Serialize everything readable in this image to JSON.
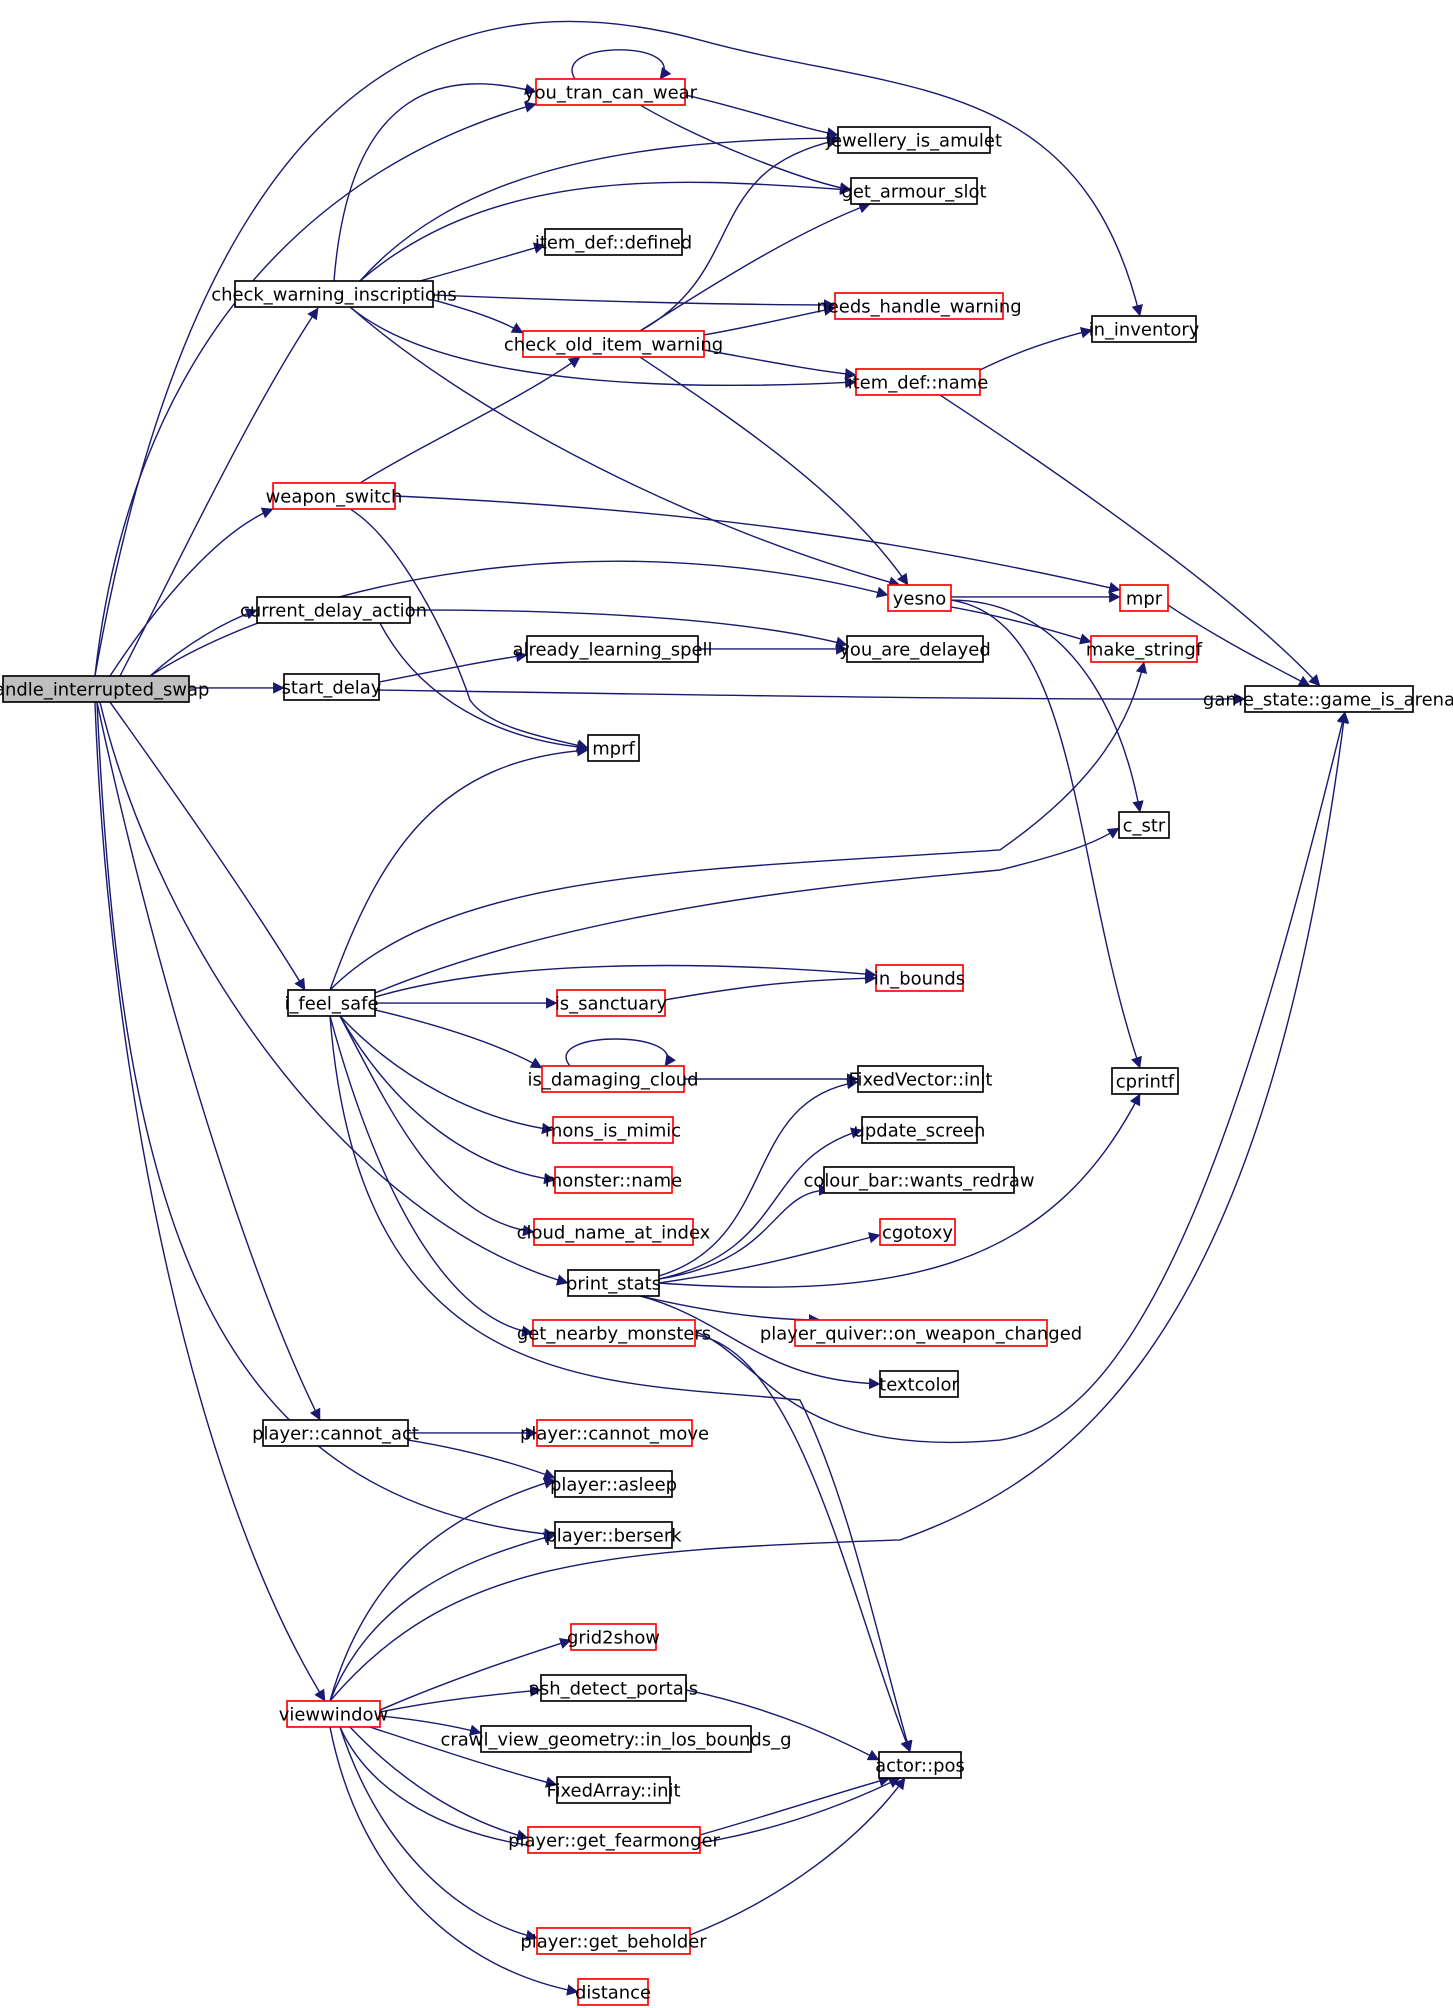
{
  "graph": {
    "edge_color": "#191970",
    "node_border_default": "#000000",
    "node_border_truncated": "#ff0000",
    "root_fill": "#bfbfbf"
  },
  "nodes": [
    {
      "id": "handle_interrupted_swap",
      "label": "handle_interrupted_swap",
      "style": "root"
    },
    {
      "id": "check_warning_inscriptions",
      "label": "check_warning_inscriptions",
      "style": "black"
    },
    {
      "id": "you_tran_can_wear",
      "label": "you_tran_can_wear",
      "style": "red"
    },
    {
      "id": "jewellery_is_amulet",
      "label": "jewellery_is_amulet",
      "style": "black"
    },
    {
      "id": "get_armour_slot",
      "label": "get_armour_slot",
      "style": "black"
    },
    {
      "id": "item_def_defined",
      "label": "item_def::defined",
      "style": "black"
    },
    {
      "id": "needs_handle_warning",
      "label": "needs_handle_warning",
      "style": "red"
    },
    {
      "id": "check_old_item_warning",
      "label": "check_old_item_warning",
      "style": "red"
    },
    {
      "id": "in_inventory",
      "label": "in_inventory",
      "style": "black"
    },
    {
      "id": "item_def_name",
      "label": "item_def::name",
      "style": "red"
    },
    {
      "id": "weapon_switch",
      "label": "weapon_switch",
      "style": "red"
    },
    {
      "id": "yesno",
      "label": "yesno",
      "style": "red"
    },
    {
      "id": "mpr",
      "label": "mpr",
      "style": "red"
    },
    {
      "id": "current_delay_action",
      "label": "current_delay_action",
      "style": "black"
    },
    {
      "id": "make_stringf",
      "label": "make_stringf",
      "style": "red"
    },
    {
      "id": "already_learning_spell",
      "label": "already_learning_spell",
      "style": "black"
    },
    {
      "id": "you_are_delayed",
      "label": "you_are_delayed",
      "style": "black"
    },
    {
      "id": "start_delay",
      "label": "start_delay",
      "style": "black"
    },
    {
      "id": "game_state_game_is_arena",
      "label": "game_state::game_is_arena",
      "style": "black"
    },
    {
      "id": "mprf",
      "label": "mprf",
      "style": "black"
    },
    {
      "id": "c_str",
      "label": "c_str",
      "style": "black"
    },
    {
      "id": "in_bounds",
      "label": "in_bounds",
      "style": "red"
    },
    {
      "id": "i_feel_safe",
      "label": "i_feel_safe",
      "style": "black"
    },
    {
      "id": "is_sanctuary",
      "label": "is_sanctuary",
      "style": "red"
    },
    {
      "id": "is_damaging_cloud",
      "label": "is_damaging_cloud",
      "style": "red"
    },
    {
      "id": "fixedvector_init",
      "label": "FixedVector::init",
      "style": "black"
    },
    {
      "id": "cprintf",
      "label": "cprintf",
      "style": "black"
    },
    {
      "id": "update_screen",
      "label": "update_screen",
      "style": "black"
    },
    {
      "id": "mons_is_mimic",
      "label": "mons_is_mimic",
      "style": "red"
    },
    {
      "id": "colour_bar_wants_redraw",
      "label": "colour_bar::wants_redraw",
      "style": "black"
    },
    {
      "id": "monster_name",
      "label": "monster::name",
      "style": "red"
    },
    {
      "id": "cloud_name_at_index",
      "label": "cloud_name_at_index",
      "style": "red"
    },
    {
      "id": "cgotoxy",
      "label": "cgotoxy",
      "style": "red"
    },
    {
      "id": "print_stats",
      "label": "print_stats",
      "style": "black"
    },
    {
      "id": "player_quiver_on_weapon_changed",
      "label": "player_quiver::on_weapon_changed",
      "style": "red"
    },
    {
      "id": "get_nearby_monsters",
      "label": "get_nearby_monsters",
      "style": "red"
    },
    {
      "id": "textcolor",
      "label": "textcolor",
      "style": "black"
    },
    {
      "id": "player_cannot_act",
      "label": "player::cannot_act",
      "style": "black"
    },
    {
      "id": "player_cannot_move",
      "label": "player::cannot_move",
      "style": "red"
    },
    {
      "id": "player_asleep",
      "label": "player::asleep",
      "style": "black"
    },
    {
      "id": "player_berserk",
      "label": "player::berserk",
      "style": "black"
    },
    {
      "id": "grid2show",
      "label": "grid2show",
      "style": "red"
    },
    {
      "id": "ash_detect_portals",
      "label": "ash_detect_portals",
      "style": "black"
    },
    {
      "id": "viewwindow",
      "label": "viewwindow",
      "style": "red"
    },
    {
      "id": "crawl_view_geometry_in_los_bounds_g",
      "label": "crawl_view_geometry::in_los_bounds_g",
      "style": "black"
    },
    {
      "id": "actor_pos",
      "label": "actor::pos",
      "style": "black"
    },
    {
      "id": "fixedarray_init",
      "label": "FixedArray::init",
      "style": "black"
    },
    {
      "id": "player_get_fearmonger",
      "label": "player::get_fearmonger",
      "style": "red"
    },
    {
      "id": "player_get_beholder",
      "label": "player::get_beholder",
      "style": "red"
    },
    {
      "id": "distance",
      "label": "distance",
      "style": "red"
    }
  ]
}
